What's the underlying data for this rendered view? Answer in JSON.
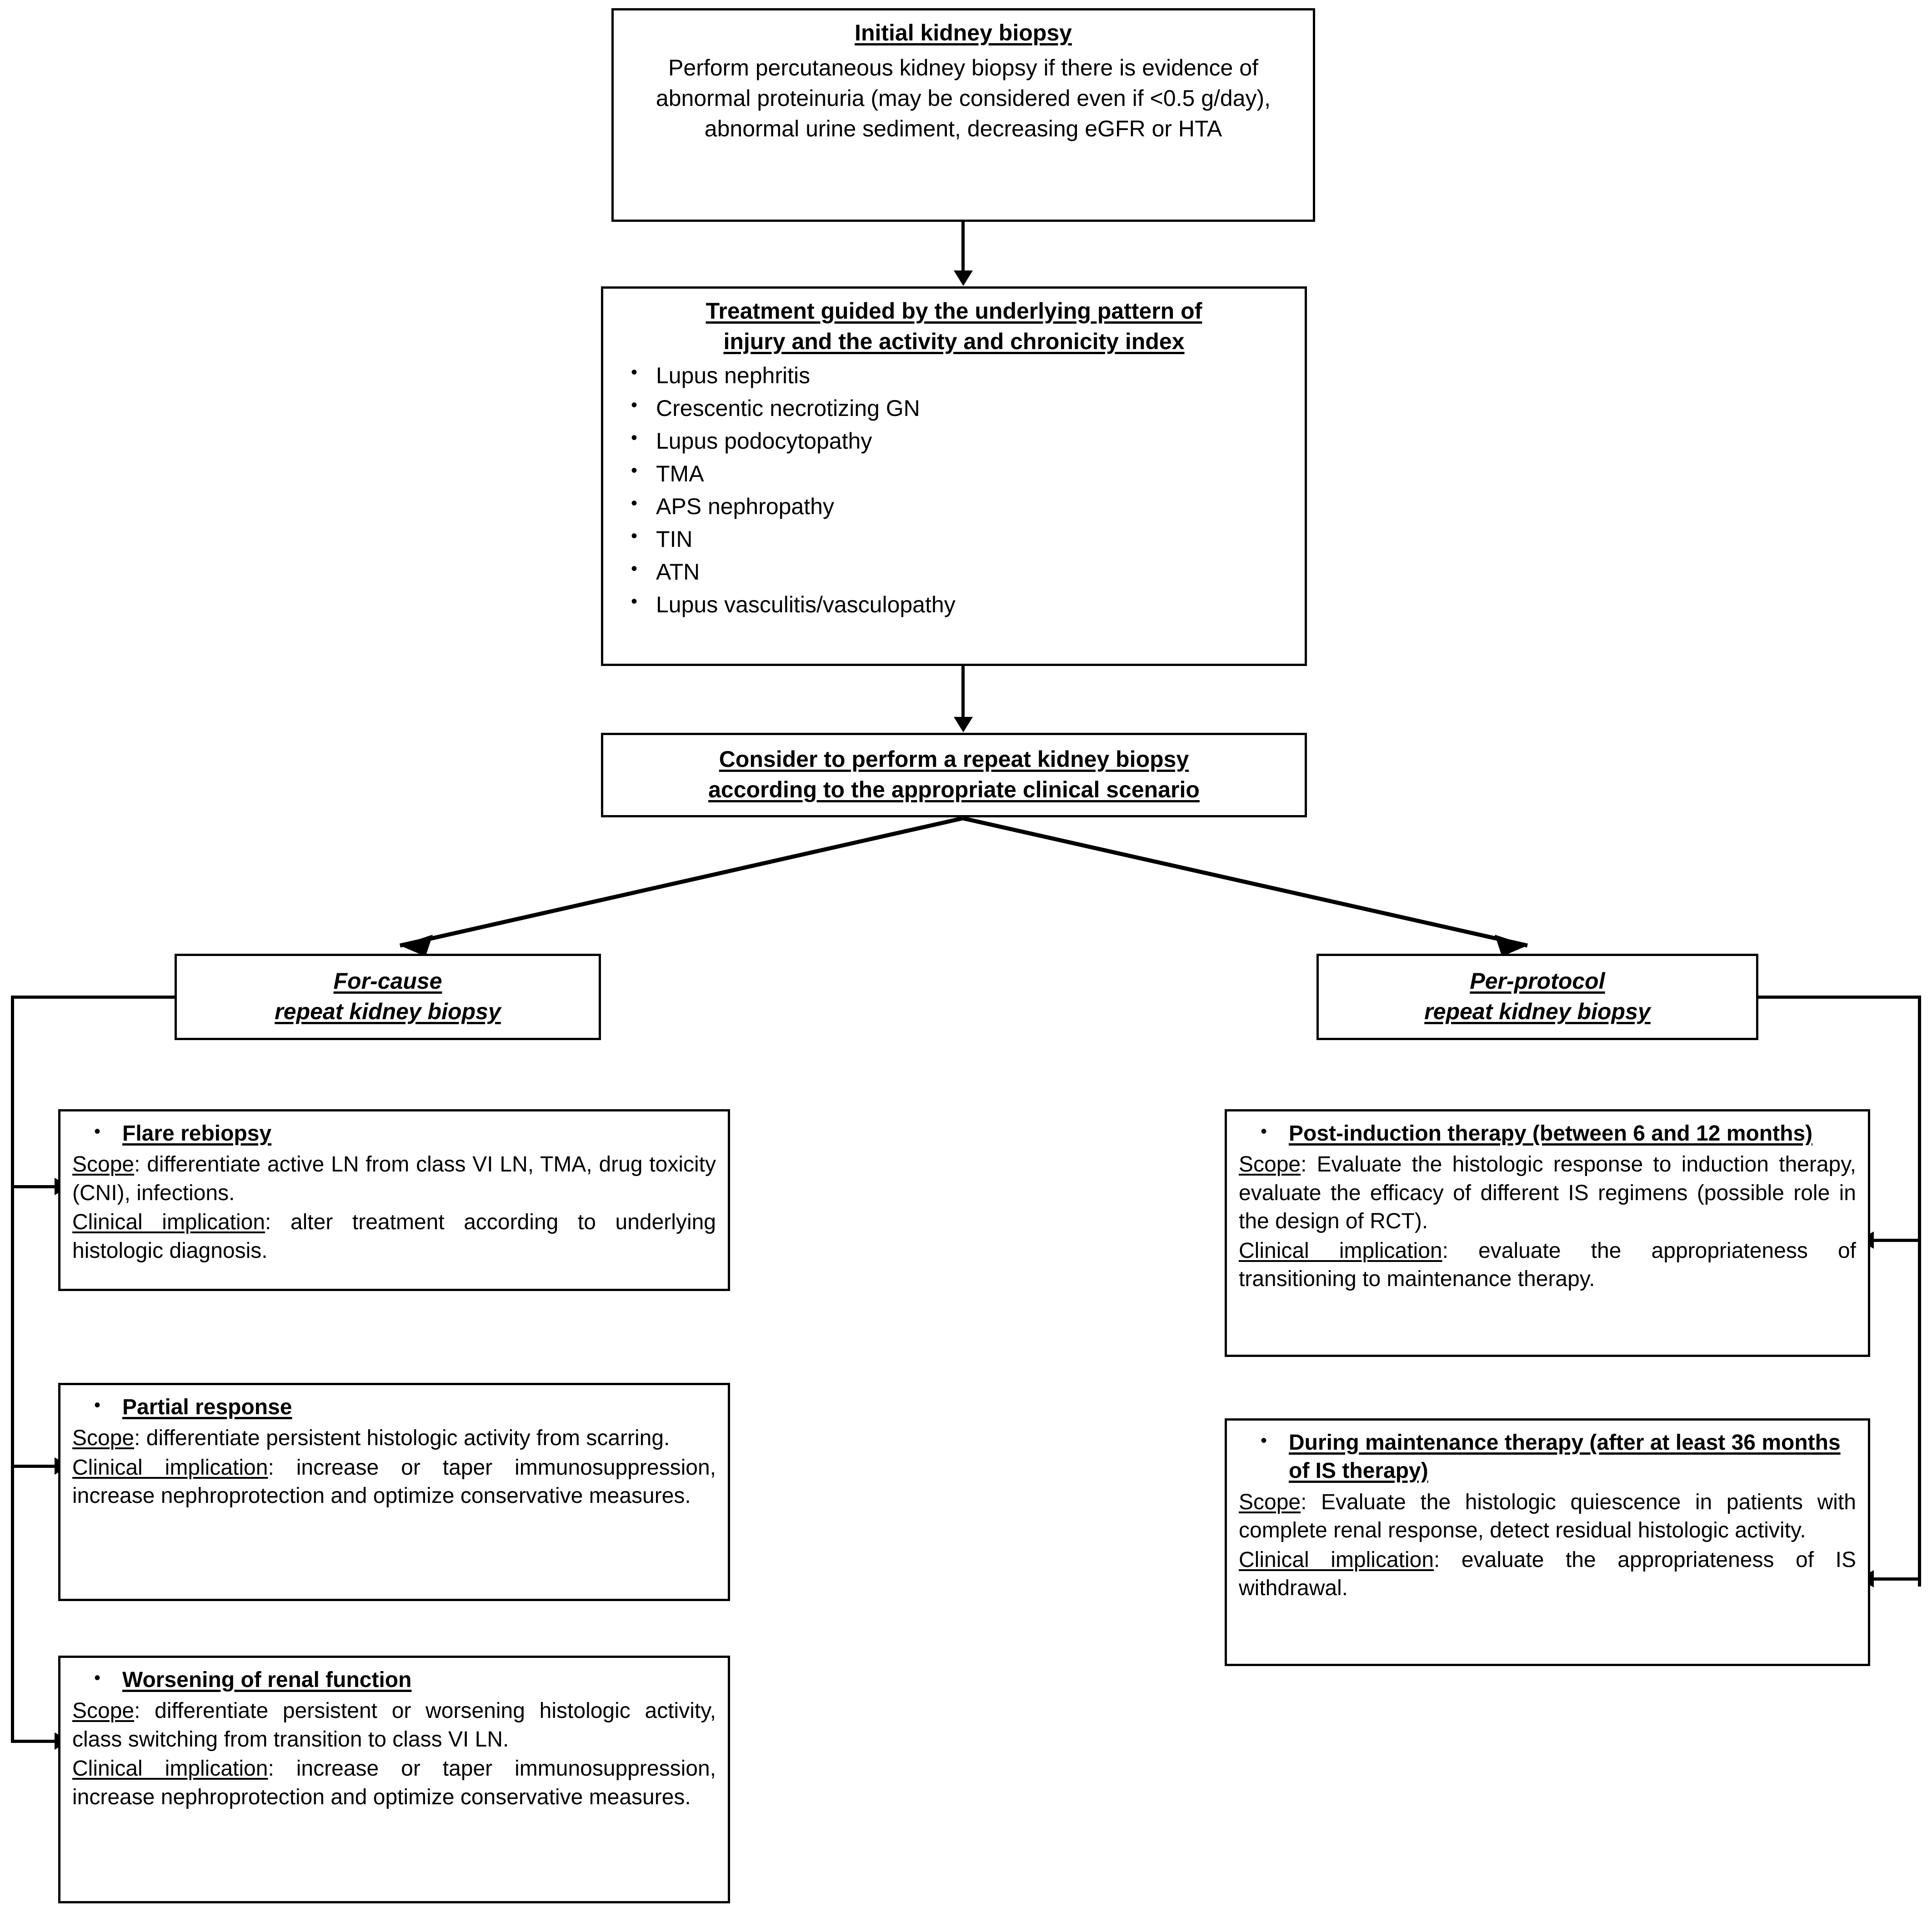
{
  "diagram": {
    "type": "flowchart",
    "title_implicit": "Approach to initial and repeat kidney biopsy in lupus nephritis"
  },
  "nodes": {
    "initial_biopsy": {
      "title": "Initial kidney biopsy",
      "body": "Perform percutaneous kidney biopsy if there is evidence of abnormal proteinuria (may be considered even if <0.5 g/day), abnormal urine sediment, decreasing eGFR or HTA"
    },
    "treatment": {
      "title_line1": "Treatment guided by the underlying pattern of",
      "title_line2": "injury and the activity and chronicity index",
      "bullet_glyph": "•",
      "items": [
        "Lupus nephritis",
        "Crescentic necrotizing GN",
        "Lupus podocytopathy",
        "TMA",
        "APS nephropathy",
        "TIN",
        "ATN",
        "Lupus vasculitis/vasculopathy"
      ]
    },
    "consider_repeat": {
      "title_line1": "Consider to perform a repeat kidney biopsy",
      "title_line2": "according to the appropriate clinical scenario"
    },
    "for_cause": {
      "line1": "For-cause",
      "line2": "repeat kidney biopsy"
    },
    "per_protocol": {
      "line1": "Per-protocol",
      "line2": "repeat kidney biopsy"
    }
  },
  "for_cause_cards": [
    {
      "heading": "Flare rebiopsy",
      "scope_label": "Scope",
      "scope_text": ": differentiate active LN from class VI LN, TMA, drug toxicity (CNI), infections.",
      "implication_label": "Clinical implication",
      "implication_text": ": alter treatment according to underlying histologic diagnosis."
    },
    {
      "heading": "Partial response",
      "scope_label": "Scope",
      "scope_text": ": differentiate persistent histologic activity from scarring.",
      "implication_label": "Clinical implication",
      "implication_text": ": increase or taper immunosuppression, increase nephroprotection and optimize conservative measures."
    },
    {
      "heading": "Worsening of renal function",
      "scope_label": "Scope",
      "scope_text": ": differentiate persistent or worsening histologic activity, class switching from transition to class VI LN.",
      "implication_label": "Clinical implication",
      "implication_text": ": increase or taper immunosuppression, increase nephroprotection and optimize conservative measures."
    }
  ],
  "per_protocol_cards": [
    {
      "heading": "Post-induction therapy (between 6 and 12 months)",
      "scope_label": "Scope",
      "scope_text": ": Evaluate the histologic response to induction therapy, evaluate the efficacy of different IS regimens (possible role in the design of RCT).",
      "implication_label": "Clinical implication",
      "implication_text": ": evaluate the appropriateness of transitioning to maintenance therapy."
    },
    {
      "heading": "During maintenance therapy (after at least 36 months of IS therapy)",
      "scope_label": "Scope",
      "scope_text": ": Evaluate the histologic quiescence in patients with complete renal response, detect residual histologic activity.",
      "implication_label": "Clinical implication",
      "implication_text": ": evaluate the appropriateness of IS withdrawal."
    }
  ],
  "colors": {
    "stroke": "#000000",
    "fill": "#ffffff",
    "text": "#000000"
  }
}
